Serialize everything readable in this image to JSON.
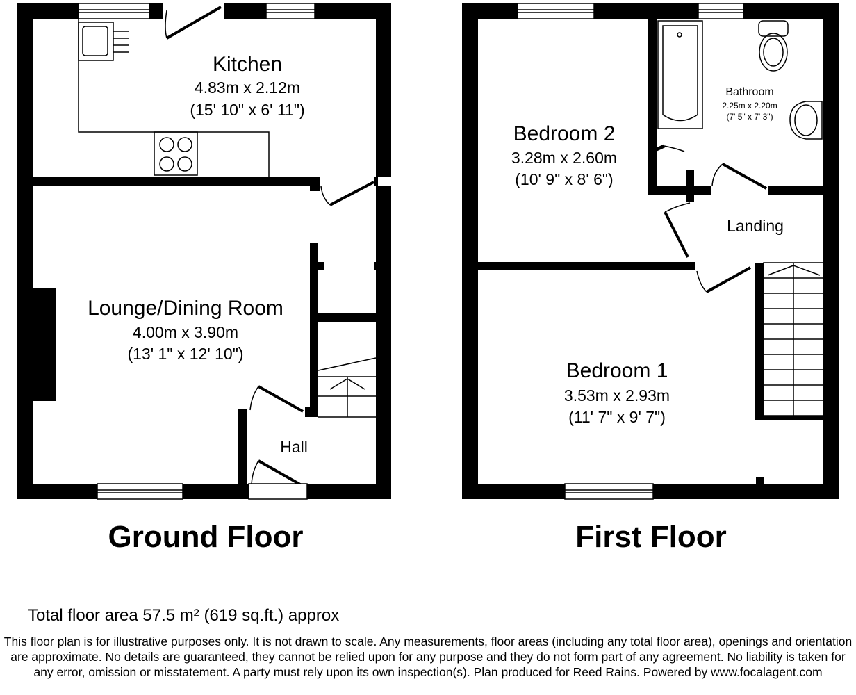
{
  "ground_floor": {
    "title": "Ground Floor",
    "rooms": {
      "kitchen": {
        "name": "Kitchen",
        "metric": "4.83m x 2.12m",
        "imperial": "(15' 10\" x 6' 11\")"
      },
      "lounge": {
        "name": "Lounge/Dining Room",
        "metric": "4.00m x 3.90m",
        "imperial": "(13' 1\" x 12' 10\")"
      },
      "hall": {
        "name": "Hall"
      }
    }
  },
  "first_floor": {
    "title": "First Floor",
    "rooms": {
      "bedroom2": {
        "name": "Bedroom 2",
        "metric": "3.28m x 2.60m",
        "imperial": "(10' 9\" x 8' 6\")"
      },
      "bathroom": {
        "name": "Bathroom",
        "metric": "2.25m x 2.20m",
        "imperial": "(7' 5\" x 7' 3\")"
      },
      "landing": {
        "name": "Landing"
      },
      "bedroom1": {
        "name": "Bedroom 1",
        "metric": "3.53m x 2.93m",
        "imperial": "(11' 7\" x 9' 7\")"
      }
    }
  },
  "footer": {
    "total_area": "Total floor area 57.5 m² (619 sq.ft.) approx",
    "disclaimer": "This floor plan is for illustrative purposes only. It is not drawn to scale. Any measurements, floor areas (including any total floor area), openings and orientation are approximate. No details are guaranteed, they cannot be relied upon for any purpose and they do not form part of any agreement. No liability is taken for any error, omission or misstatement. A party must rely upon its own inspection(s). Plan produced for Reed Rains. Powered by www.focalagent.com"
  }
}
